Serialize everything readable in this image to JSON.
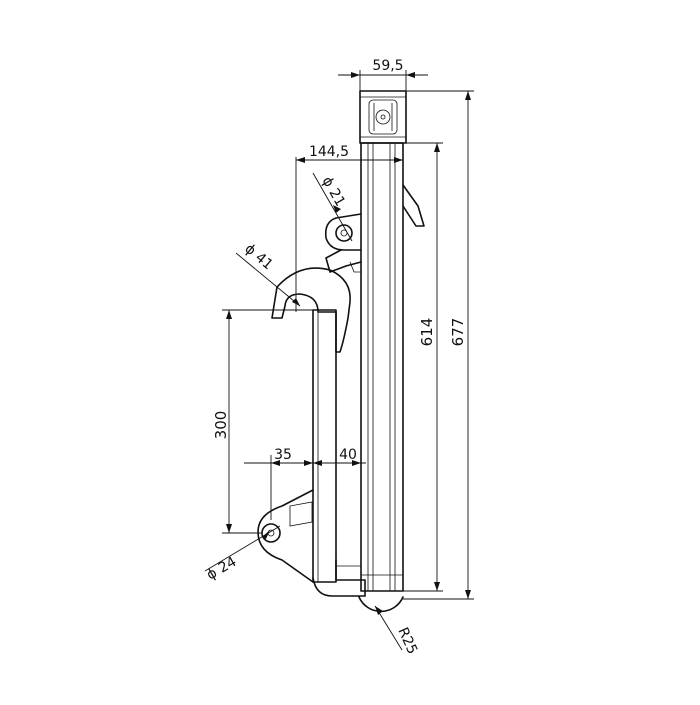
{
  "drawing": {
    "dimensions": {
      "top_width": "59,5",
      "offset": "144,5",
      "pin_upper": "ϕ 21",
      "hook": "ϕ 41",
      "spacing": "300",
      "hole_lower": "ϕ 24",
      "gap_a": "35",
      "gap_b": "40",
      "height_inner": "614",
      "height_total": "677",
      "radius": "R25"
    },
    "colors": {
      "line": "#111111",
      "background": "#ffffff"
    }
  }
}
